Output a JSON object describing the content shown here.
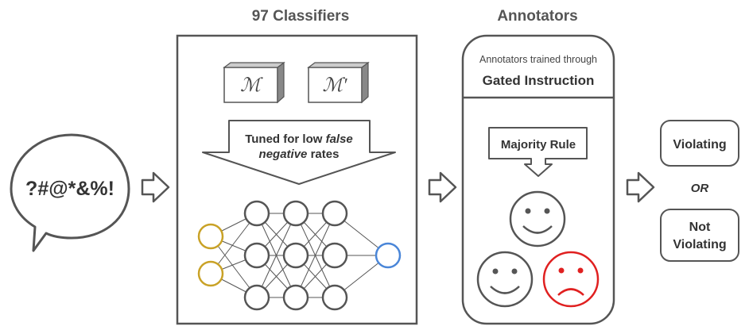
{
  "input_bubble": {
    "text": "?#@*&%!"
  },
  "classifiers": {
    "title": "97 Classifiers",
    "model_a": "ℳ",
    "model_b": "ℳ′",
    "tuning": {
      "line1": "Tuned for low ",
      "line1_em": "false",
      "line2_em": "negative",
      "line2": " rates"
    }
  },
  "annotators": {
    "title": "Annotators",
    "subtitle": "Annotators trained through",
    "method": "Gated Instruction",
    "rule": "Majority Rule"
  },
  "outputs": {
    "violating": "Violating",
    "or": "OR",
    "not_line1": "Not",
    "not_line2": "Violating"
  },
  "colors": {
    "input_node": "#c9a227",
    "output_node": "#4a86d8",
    "hidden_node": "#555555",
    "sad_face": "#e02020",
    "line": "#555555"
  }
}
